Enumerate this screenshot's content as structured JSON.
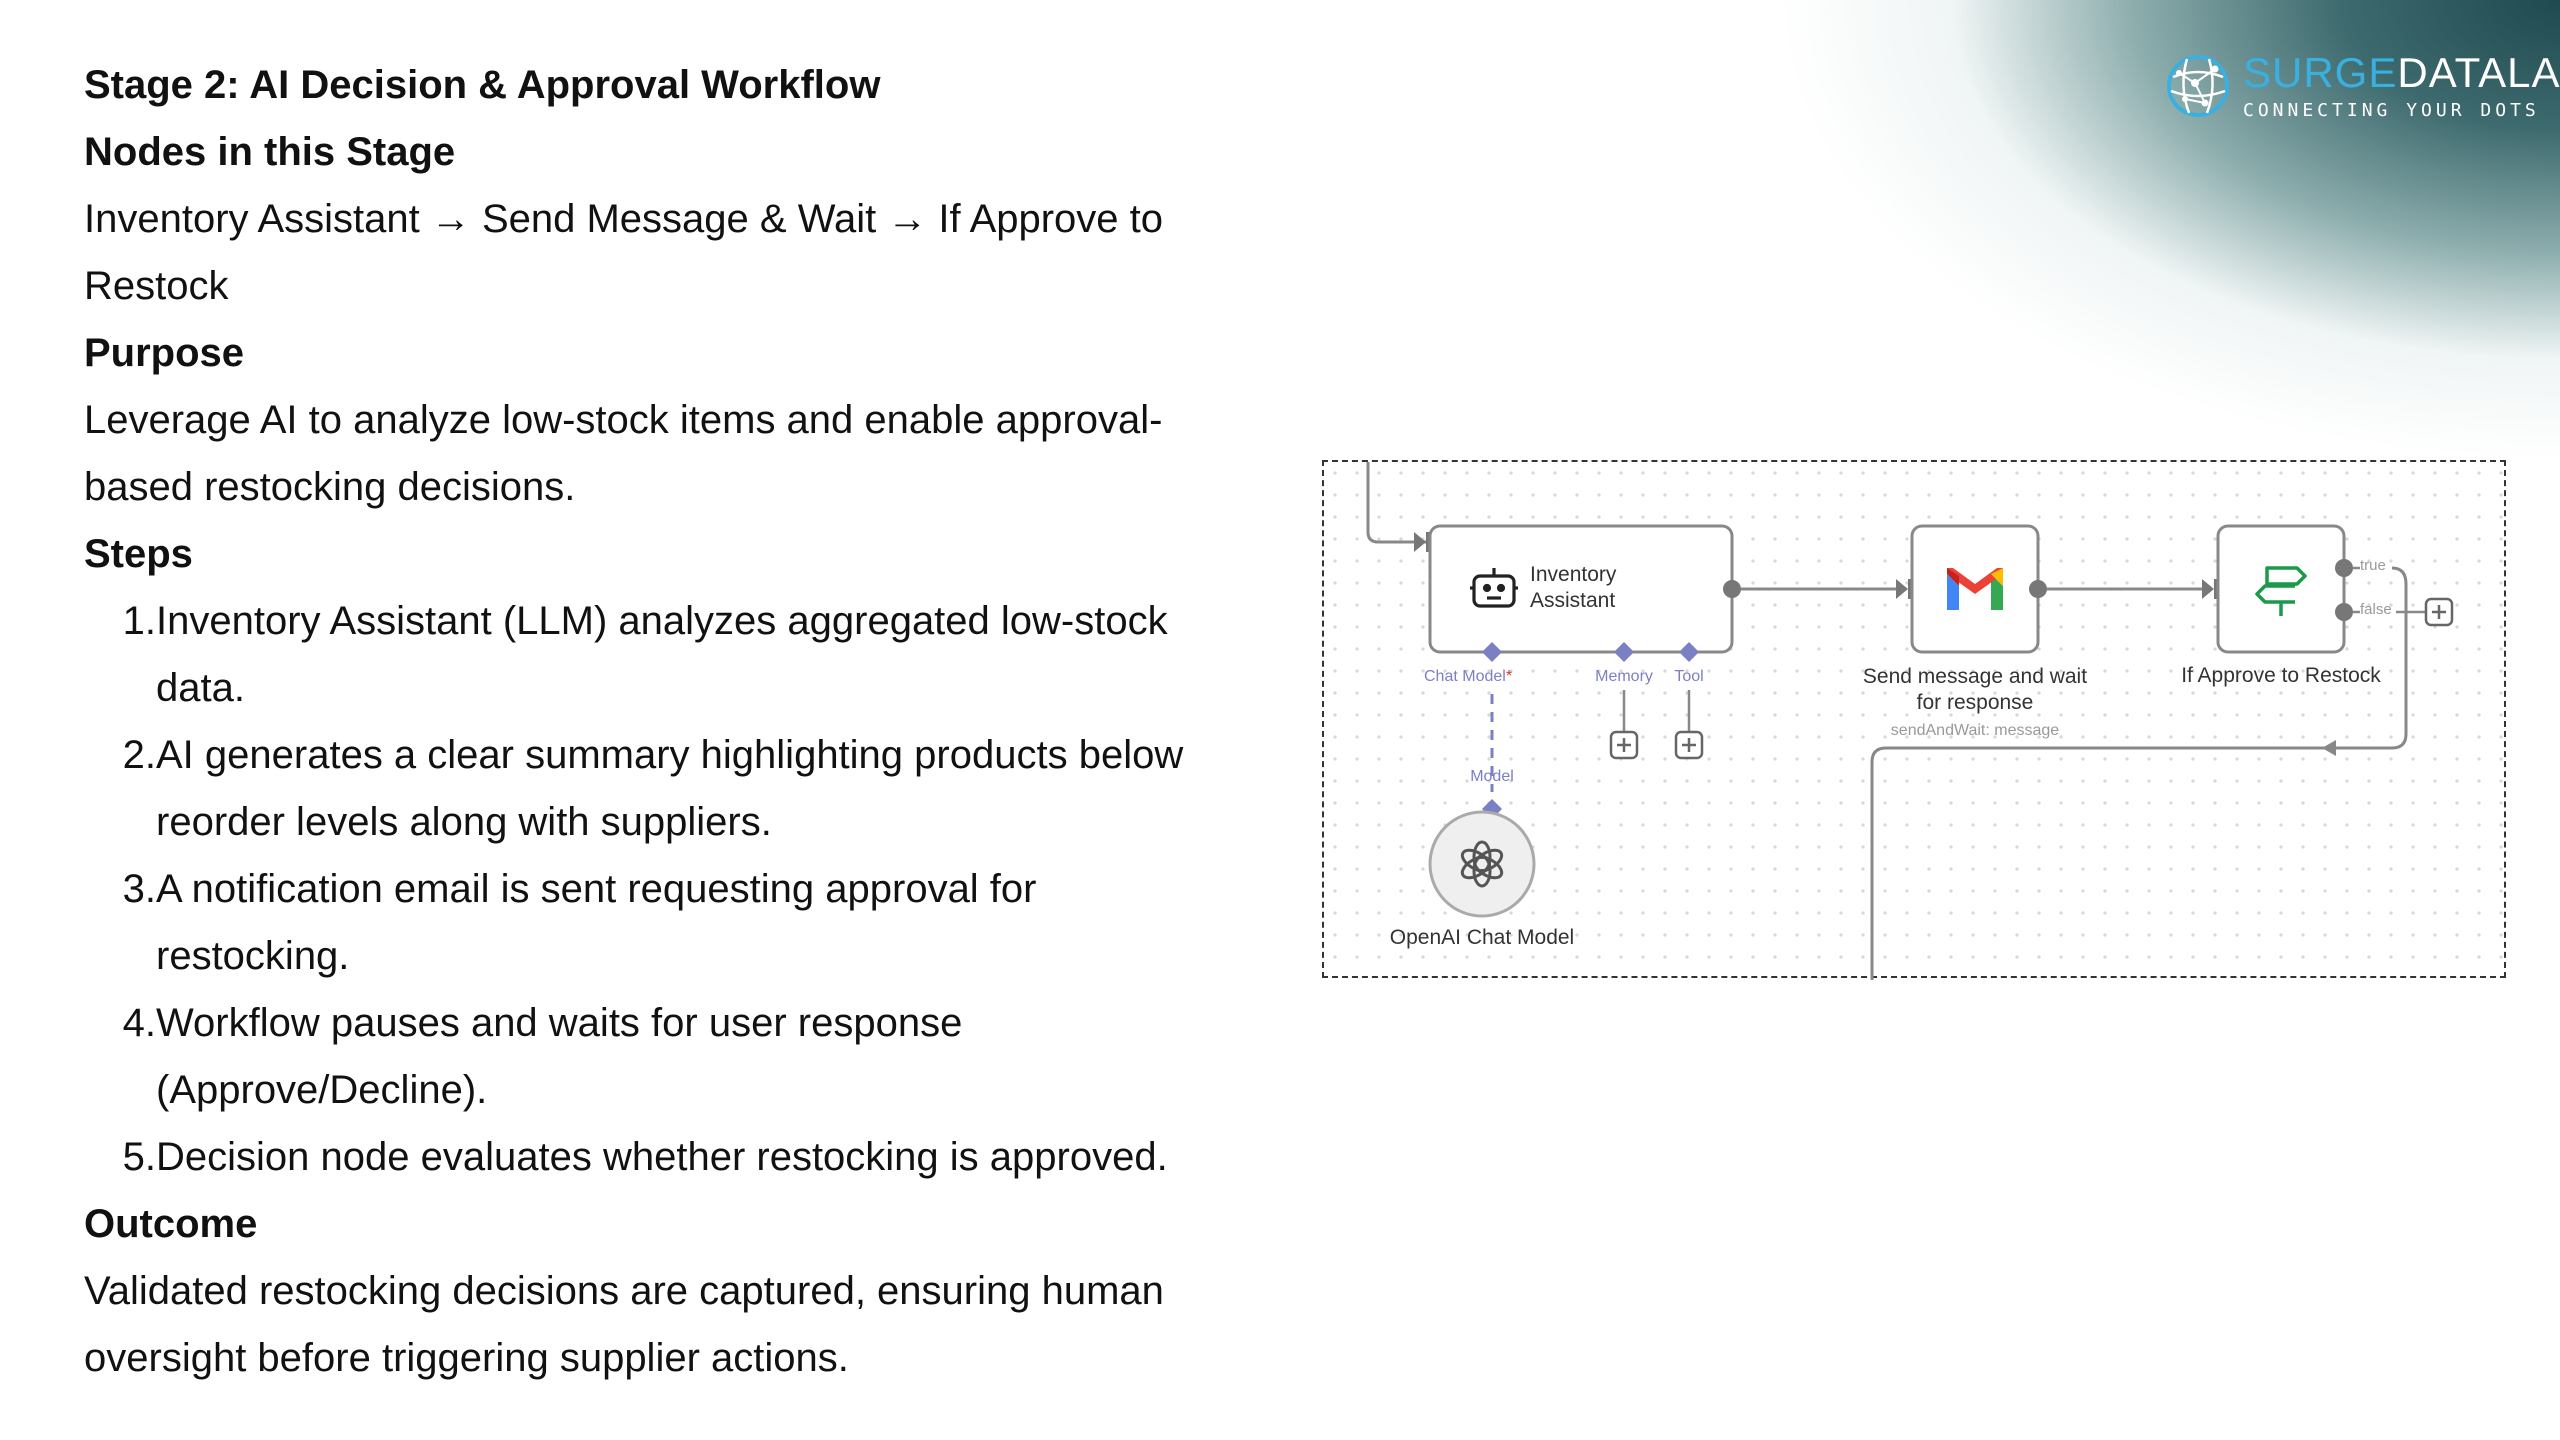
{
  "logo": {
    "name_part1": "SURGE",
    "name_part2": "DATALAB",
    "tagline": "CONNECTING YOUR DOTS"
  },
  "title": "Stage 2: AI Decision & Approval Workflow",
  "nodes_heading": "Nodes in this Stage",
  "nodes_text": "Inventory Assistant → Send Message & Wait → If Approve to Restock",
  "purpose_heading": "Purpose",
  "purpose_text": "Leverage AI to analyze low-stock items and enable approval-based restocking decisions.",
  "steps_heading": "Steps",
  "steps": [
    {
      "num": "1.",
      "text": "Inventory Assistant (LLM) analyzes aggregated low-stock data."
    },
    {
      "num": "2.",
      "text": "AI generates a clear summary highlighting products below reorder levels along with suppliers."
    },
    {
      "num": "3.",
      "text": "A notification email is sent requesting approval for restocking."
    },
    {
      "num": "4.",
      "text": "Workflow pauses and waits for user response (Approve/Decline)."
    },
    {
      "num": "5.",
      "text": "Decision node evaluates whether restocking is approved."
    }
  ],
  "outcome_heading": "Outcome",
  "outcome_text": "Validated restocking decisions are captured, ensuring human oversight before triggering supplier actions.",
  "diagram": {
    "agent_label": "Inventory Assistant",
    "agent_label_line1": "Inventory",
    "agent_label_line2": "Assistant",
    "port_chat_model": "Chat Model",
    "port_required_mark": "*",
    "port_memory": "Memory",
    "port_tool": "Tool",
    "port_model": "Model",
    "chat_model_label": "OpenAI Chat Model",
    "send_label_line1": "Send message and wait",
    "send_label_line2": "for response",
    "send_sublabel": "sendAndWait: message",
    "if_label": "If Approve to Restock",
    "branch_true": "true",
    "branch_false": "false",
    "icons": [
      "robot-icon",
      "gmail-icon",
      "signpost-icon",
      "openai-icon",
      "plus-icon"
    ],
    "colors": {
      "port": "#7b7fc4",
      "gmail_red": "#ea4335",
      "gmail_blue": "#4285f4",
      "gmail_green": "#34a853",
      "gmail_yellow": "#fbbc04",
      "if_green": "#1a9a4a"
    }
  }
}
